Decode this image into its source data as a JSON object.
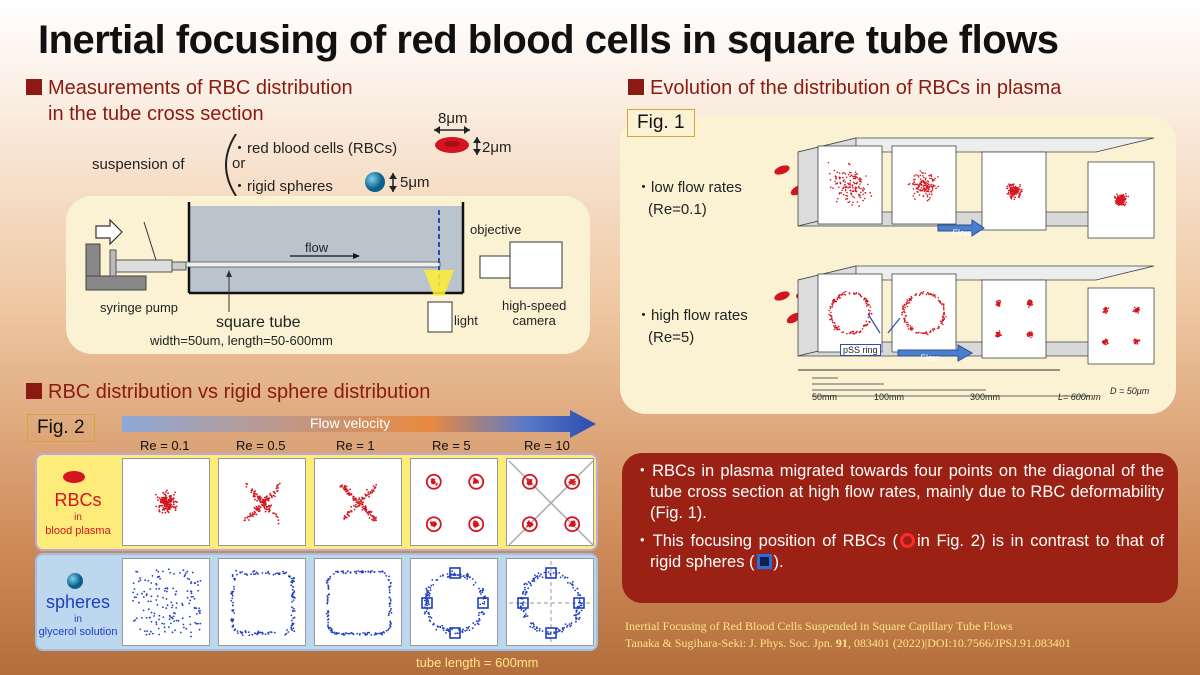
{
  "title": "Inertial focusing of red blood cells in square tube flows",
  "section1": {
    "heading_line1": "Measurements of RBC distribution",
    "heading_line2": "in the tube cross section",
    "suspension_of": "suspension of",
    "rbc_item": "red blood cells (RBCs)",
    "or": "or",
    "sphere_item": "rigid spheres",
    "rbc_width": "8μm",
    "rbc_thickness": "2μm",
    "sphere_size": "5μm",
    "flow": "flow",
    "syringe_pump": "syringe pump",
    "square_tube": "square tube",
    "tube_dims": "width=50um, length=50-600mm",
    "objective": "objective",
    "light": "light",
    "camera_line1": "high-speed",
    "camera_line2": "camera"
  },
  "section2": {
    "heading": "Evolution of the distribution of RBCs in plasma",
    "fig_label": "Fig. 1",
    "low_label": "low flow rates",
    "low_re": "(Re=0.1)",
    "high_label": "high flow rates",
    "high_re": "(Re=5)",
    "flow_tag": "Flow",
    "pss_ring": "pSS ring",
    "axis_ticks": [
      "50mm",
      "100mm",
      "300mm",
      "L= 600mm"
    ],
    "d_label": "D = 50μm"
  },
  "section3": {
    "heading": "RBC distribution vs rigid sphere distribution",
    "fig_label": "Fig. 2",
    "flow_velocity": "Flow velocity",
    "re_values": [
      "Re = 0.1",
      "Re = 0.5",
      "Re = 1",
      "Re = 5",
      "Re = 10"
    ],
    "rbc_label": "RBCs",
    "rbc_in": "in",
    "rbc_medium": "blood plasma",
    "sphere_label": "spheres",
    "sphere_in": "in",
    "sphere_medium": "glycerol solution",
    "tube_length": "tube length = 600mm"
  },
  "summary": {
    "bullet1": "RBCs in plasma migrated towards four points on the diagonal of the tube cross section at high flow rates, mainly due to RBC deformability (Fig. 1).",
    "bullet2_a": "This focusing position of RBCs (",
    "bullet2_b": "in Fig. 2) is in contrast to that of rigid spheres (",
    "bullet2_c": ")."
  },
  "citation": {
    "line1": "Inertial Focusing of Red Blood Cells Suspended in Square Capillary Tube Flows",
    "line2_authors": "Tanaka & Sugihara-Seki: J. Phys. Soc. Jpn.",
    "line2_vol": "91",
    "line2_rest": ", 083401 (2022)|DOI:10.7566/JPSJ.91.083401"
  },
  "colors": {
    "accent": "#8b1a12",
    "panel": "#fbf2d4",
    "rbc": "#d4151f",
    "sphere": "#2233aa",
    "summary_bg": "#9b2114"
  }
}
